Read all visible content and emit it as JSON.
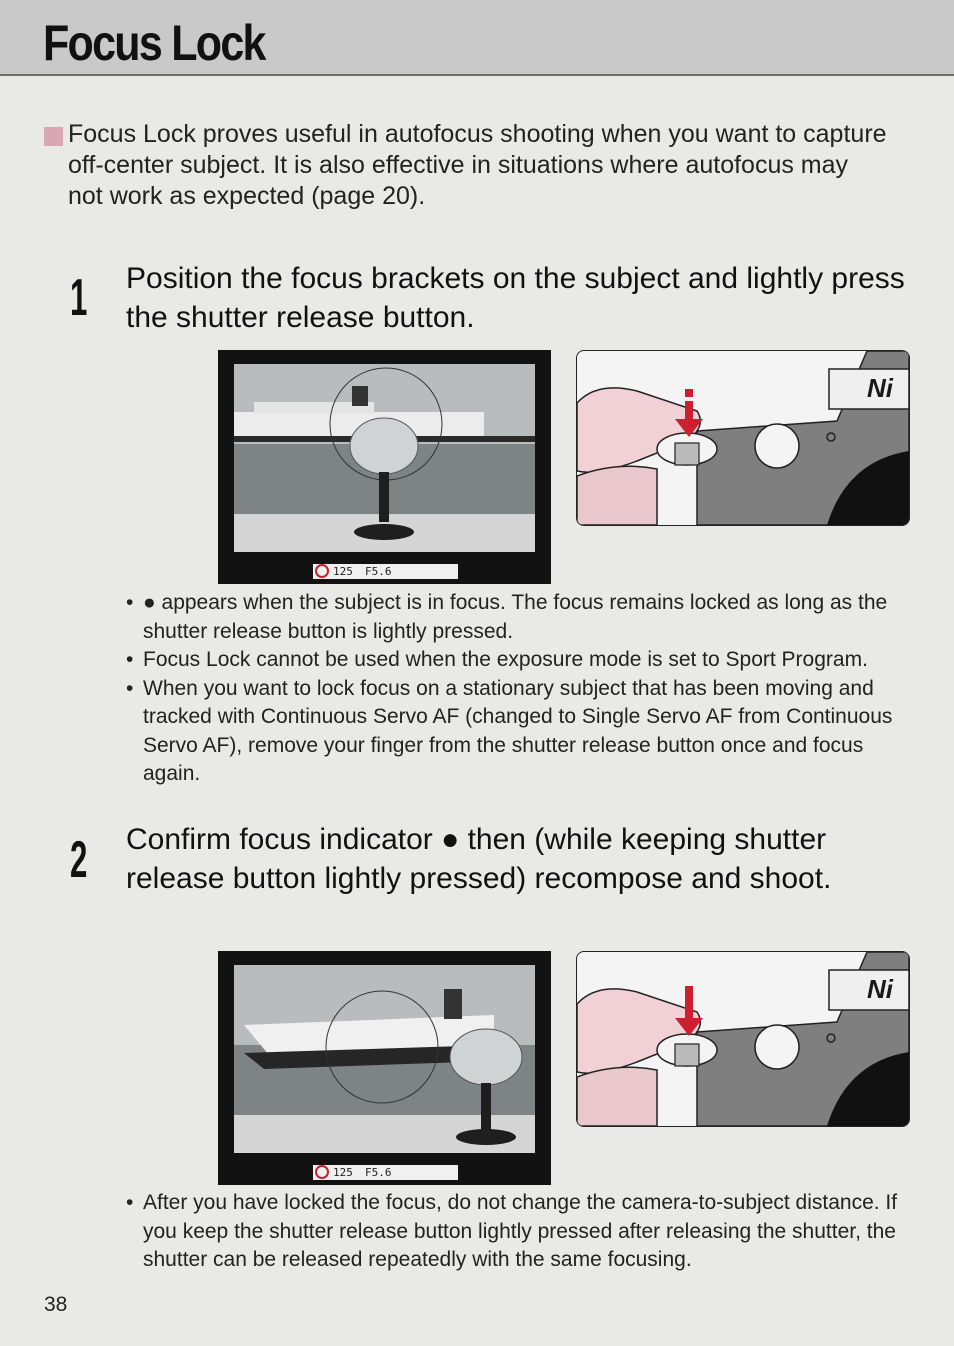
{
  "header": {
    "title": "Focus Lock"
  },
  "intro": "Focus Lock proves useful in autofocus shooting when you want to capture off-center subject. It is also effective in situations where autofocus may not work as expected (page 20).",
  "step1": {
    "number": "1",
    "text": "Position the focus brackets on the subject and lightly press the shutter release button.",
    "viewfinder": {
      "shutter": "125",
      "aperture": "F5.6"
    },
    "camera_badge": "Ni",
    "bullets": [
      "● appears when the subject is in focus. The focus remains locked as long as the shutter release button is lightly pressed.",
      "Focus Lock cannot be used when the exposure mode is set to Sport Program.",
      "When you want to lock focus on a stationary subject that has been moving and tracked with Continuous Servo AF (changed to Single Servo AF from Continuous Servo AF), remove your finger from the shutter release button once and focus again."
    ]
  },
  "step2": {
    "number": "2",
    "text": "Confirm focus indicator ● then (while keeping shutter release button lightly pressed) recompose and shoot.",
    "viewfinder": {
      "shutter": "125",
      "aperture": "F5.6"
    },
    "camera_badge": "Ni",
    "bullets": [
      "After you have locked the focus, do not change the camera-to-subject distance. If you keep the shutter release button lightly pressed after releasing the shutter, the shutter can be released repeatedly with the same focusing."
    ]
  },
  "bullet_symbol": "•",
  "page_number": "38",
  "colors": {
    "marker": "#d8a7b3",
    "arrow": "#cc2030",
    "title_bar": "#c9c9c9"
  }
}
